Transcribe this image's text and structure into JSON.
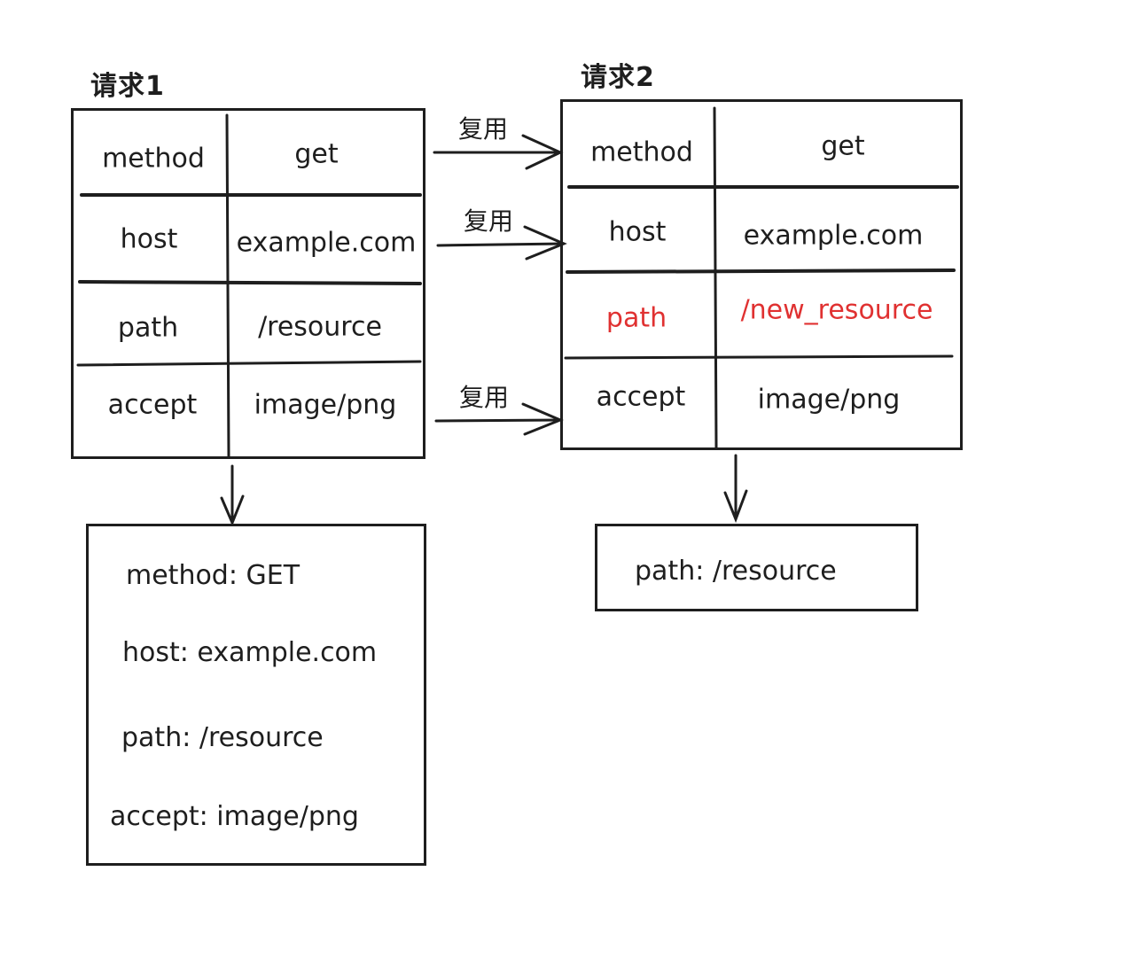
{
  "request1": {
    "title": "请求1",
    "rows": [
      {
        "key": "method",
        "value": "get"
      },
      {
        "key": "host",
        "value": "example.com"
      },
      {
        "key": "path",
        "value": "/resource"
      },
      {
        "key": "accept",
        "value": "image/png"
      }
    ]
  },
  "request2": {
    "title": "请求2",
    "rows": [
      {
        "key": "method",
        "value": "get"
      },
      {
        "key": "host",
        "value": "example.com"
      },
      {
        "key": "path",
        "value": "/new_resource",
        "highlight": "#e03131"
      },
      {
        "key": "accept",
        "value": "image/png"
      }
    ]
  },
  "reuse_label": "复用",
  "output1": {
    "lines": [
      "method: GET",
      "host: example.com",
      "path: /resource",
      "accept: image/png"
    ]
  },
  "output2": {
    "lines": [
      "path: /resource"
    ]
  }
}
